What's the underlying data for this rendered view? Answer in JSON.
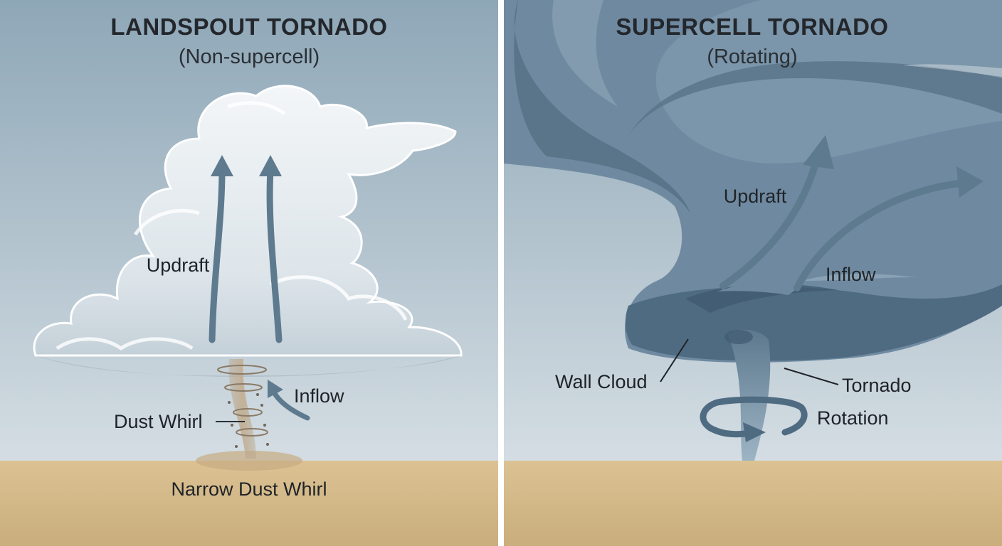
{
  "left_panel": {
    "title": "LANDSPOUT TORNADO",
    "subtitle": "(Non-supercell)",
    "labels": {
      "updraft": "Updraft",
      "inflow": "Inflow",
      "dust_whirl": "Dust Whirl",
      "ground": "Narrow Dust Whirl"
    }
  },
  "right_panel": {
    "title": "SUPERCELL TORNADO",
    "subtitle": "(Rotating)",
    "labels": {
      "updraft": "Updraft",
      "inflow": "Inflow",
      "wall_cloud": "Wall Cloud",
      "tornado": "Tornado",
      "rotation": "Rotation"
    }
  },
  "colors": {
    "sky_top": "#8ea7b7",
    "sky_bottom": "#d4dde3",
    "ground": "#d7bd8d",
    "arrow": "#5e7a8e",
    "storm_dark": "#4f6b82",
    "storm_mid": "#6f8aa0",
    "cloud": "#eef2f5"
  }
}
